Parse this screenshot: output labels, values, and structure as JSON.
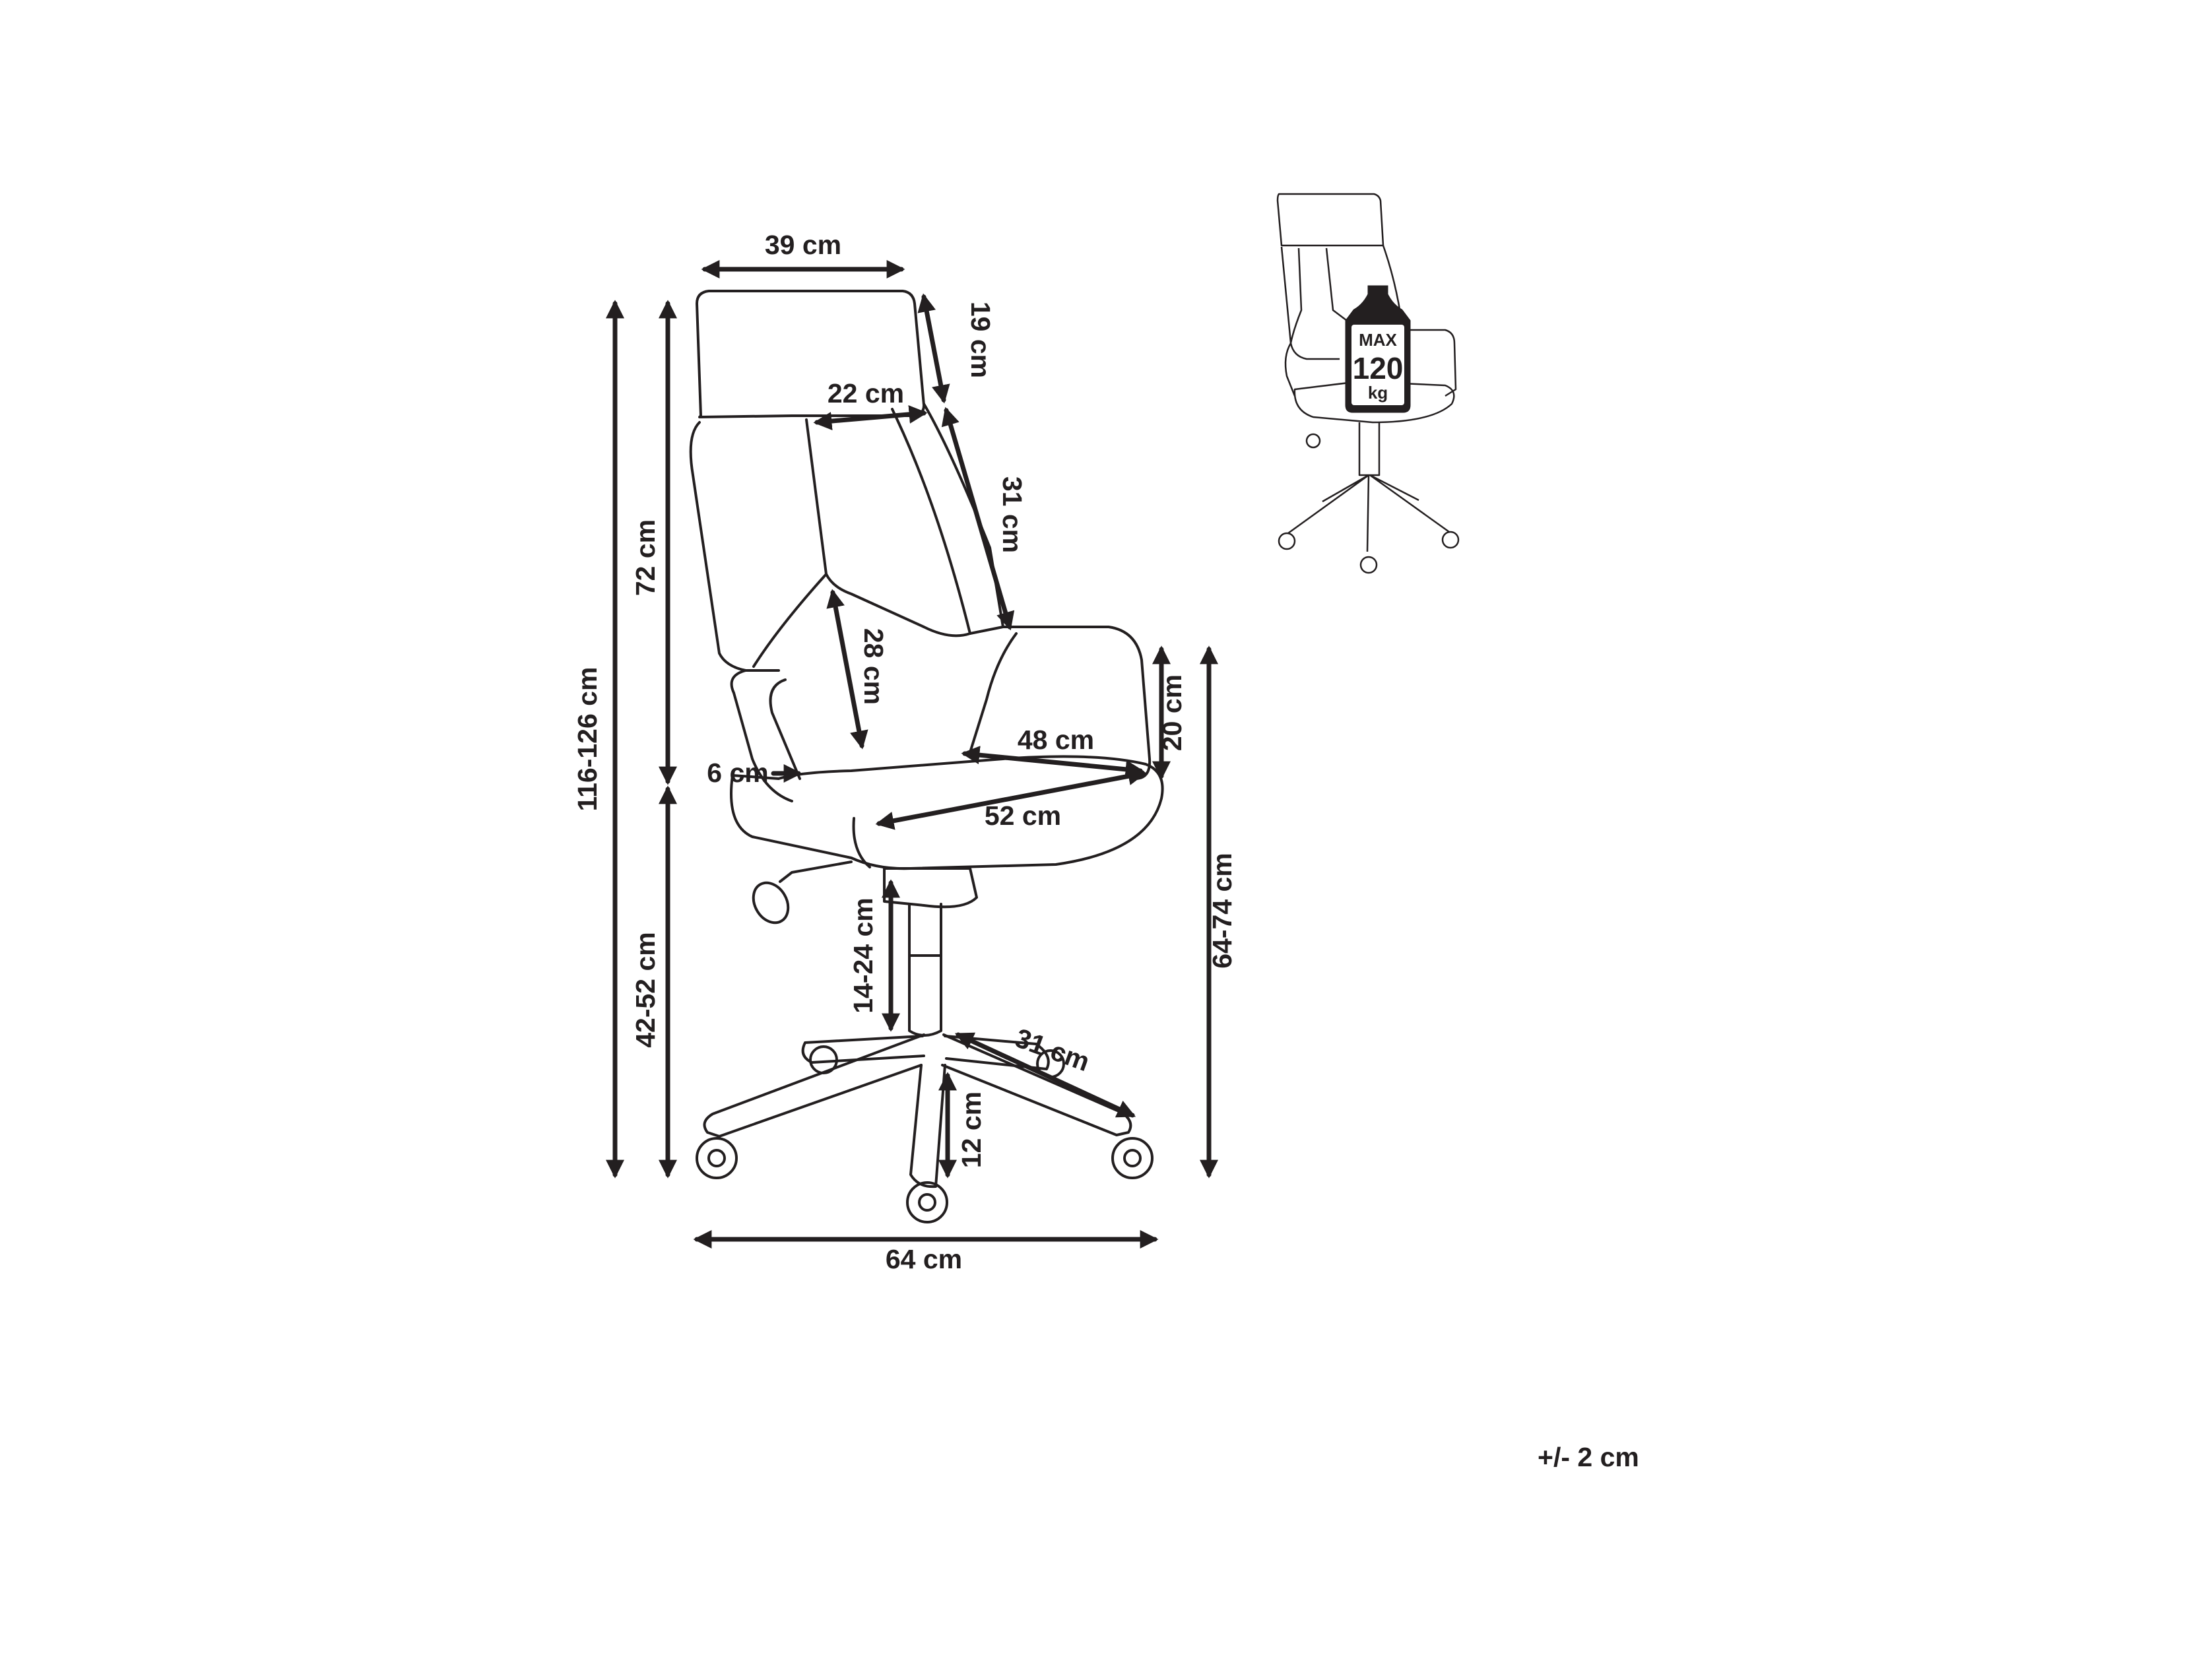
{
  "dimensions": {
    "headrest_width": "39 cm",
    "headrest_height": "19 cm",
    "backrest_width": "22 cm",
    "backrest_side": "31 cm",
    "backrest_height": "28 cm",
    "armrest_width": "6 cm",
    "seat_depth": "48 cm",
    "seat_width": "52 cm",
    "armrest_height": "20 cm",
    "total_height": "116-126 cm",
    "back_height": "72 cm",
    "seat_height": "42-52 cm",
    "armrest_floor_height": "64-74 cm",
    "gas_lift": "14-24 cm",
    "base_leg": "31 cm",
    "base_height": "12 cm",
    "base_width": "64 cm"
  },
  "badge": {
    "line1": "MAX",
    "line2": "120",
    "line3": "kg"
  },
  "tolerance": "+/- 2 cm",
  "icons": [
    "office-chair-line-drawing",
    "weight-bottle-icon"
  ]
}
